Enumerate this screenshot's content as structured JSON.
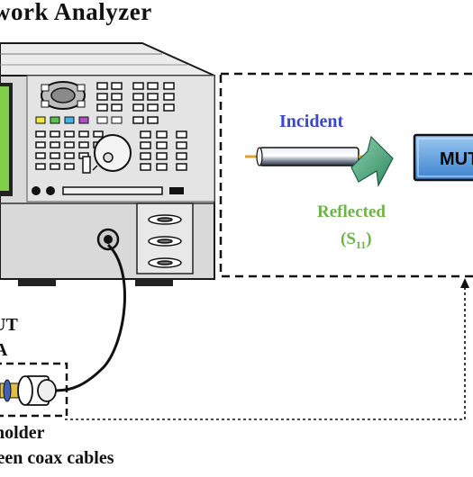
{
  "diagram": {
    "title": "work Analyzer",
    "incident_label": "Incident",
    "reflected_label": "Reflected",
    "s11_prefix": "(S",
    "s11_sub": "11",
    "s11_suffix": ")",
    "mut_box_label": "MUT",
    "mut_label_top": "UT",
    "mut_label_a": "A",
    "holder_label": "holder",
    "coax_label": "reen coax cables"
  },
  "colors": {
    "incident_text": "#3a48c8",
    "reflected_text": "#6db34a",
    "analyzer_body": "#d7d7d7",
    "screen": "#7fcf4a",
    "mut_box": "#5fa6e6",
    "arrow": "#5bb08e"
  }
}
